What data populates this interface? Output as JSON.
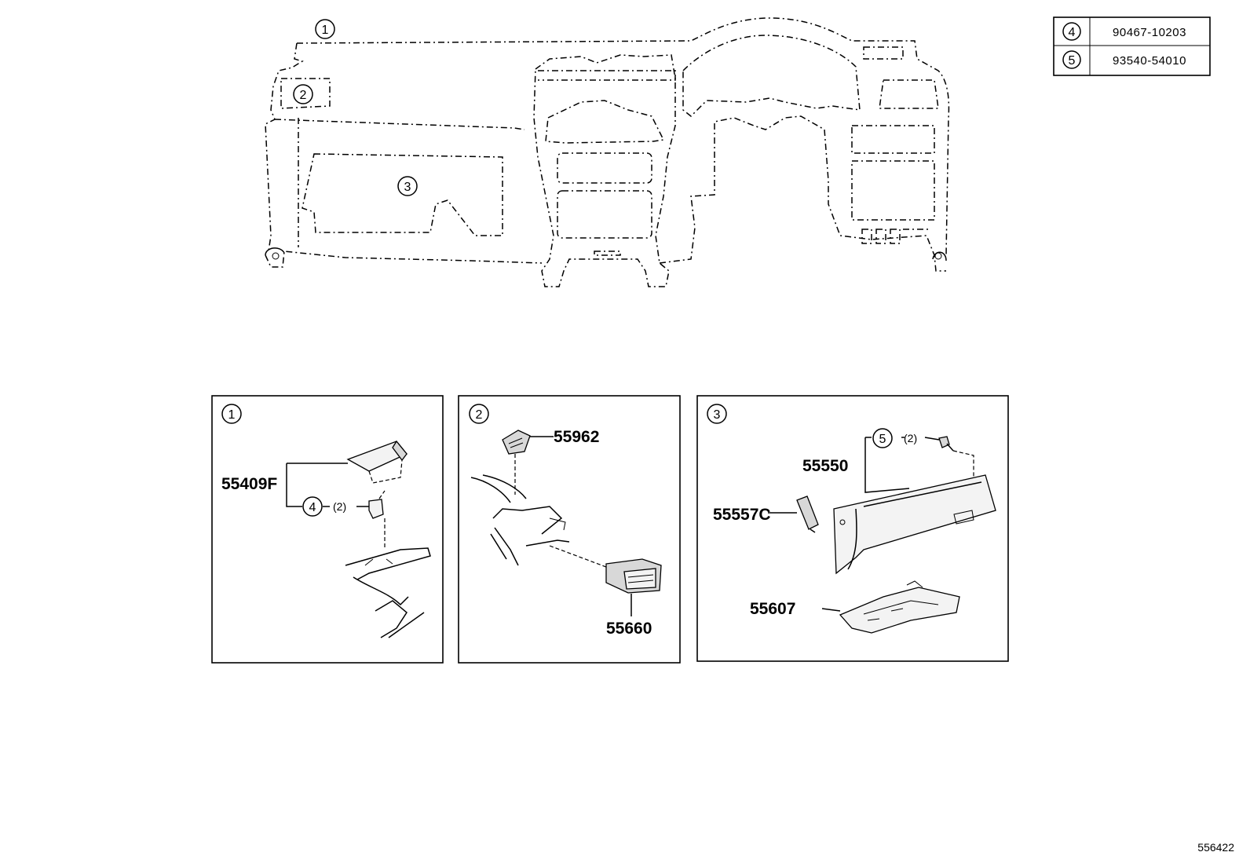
{
  "callouts": {
    "c1": "1",
    "c2": "2",
    "c3": "3",
    "c4": "4",
    "c5": "5"
  },
  "parts_table": [
    {
      "ref": "4",
      "part_no": "90467-10203"
    },
    {
      "ref": "5",
      "part_no": "93540-54010"
    }
  ],
  "detail_1": {
    "label": "1",
    "parts": {
      "main": "55409F",
      "clip_ref": "4",
      "clip_qty": "(2)"
    }
  },
  "detail_2": {
    "label": "2",
    "parts": {
      "upper": "55962",
      "lower": "55660"
    }
  },
  "detail_3": {
    "label": "3",
    "parts": {
      "glovebox": "55550",
      "screw_ref": "5",
      "screw_qty": "(2)",
      "damper": "55557C",
      "lower": "55607"
    }
  },
  "figure_id": "556422"
}
